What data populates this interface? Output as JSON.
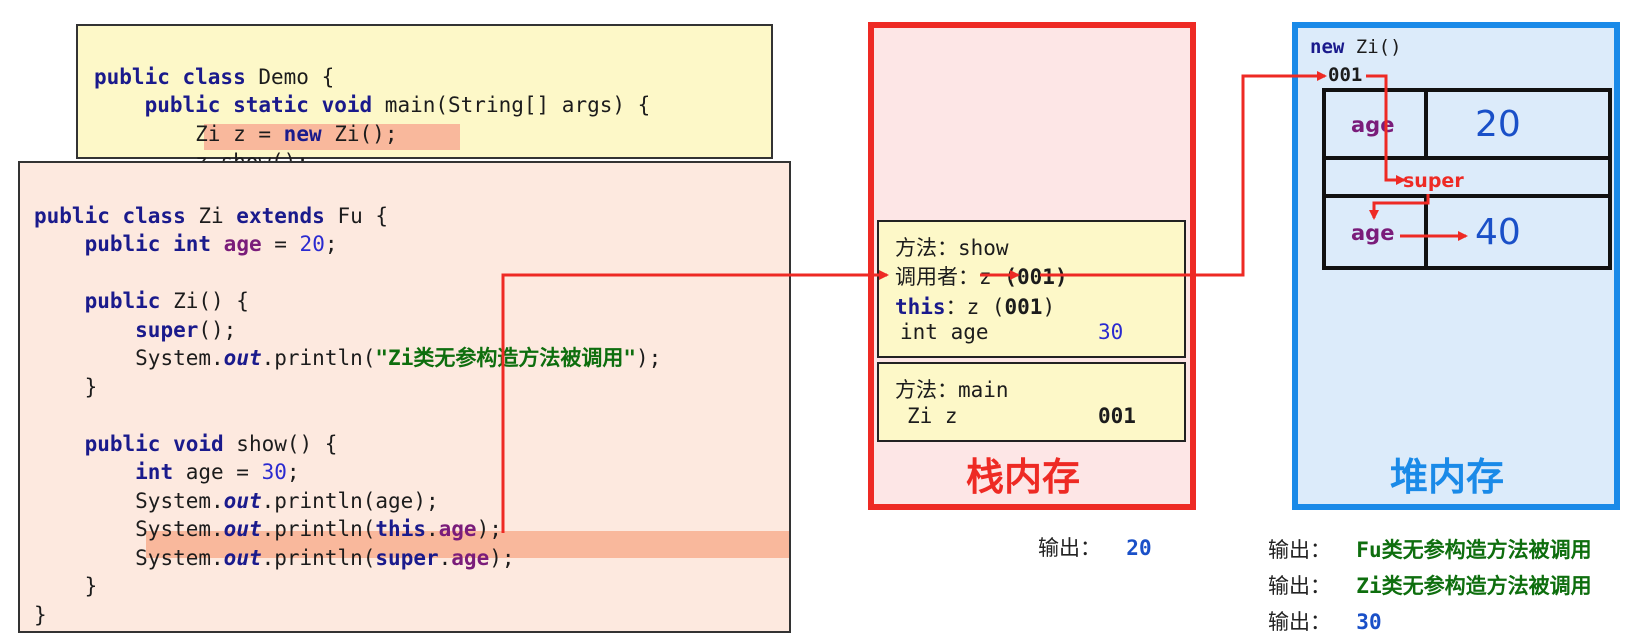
{
  "demo_code": {
    "line1_a": "public class",
    "line1_b": " Demo {",
    "line2_a": "public static void",
    "line2_b": " main(String[] args) {",
    "line3_a": "Zi z = ",
    "line3_kw": "new",
    "line3_b": " Zi();",
    "line4": "z.show();"
  },
  "zi_code": {
    "l1_kw1": "public class",
    "l1_a": " Zi ",
    "l1_kw2": "extends",
    "l1_b": " Fu {",
    "l2_kw": "public int",
    "l2_fld": "age",
    "l2_eq": " = ",
    "l2_num": "20",
    "l2_end": ";",
    "l3_kw": "public",
    "l3_a": " Zi() {",
    "l4_kw": "super",
    "l4_a": "();",
    "l5_a": "System.",
    "l5_st": "out",
    "l5_b": ".println(",
    "l5_str": "\"Zi类无参构造方法被调用\"",
    "l5_c": ");",
    "l6": "}",
    "l7_kw": "public void",
    "l7_a": " show() {",
    "l8_kw": "int",
    "l8_a": " age = ",
    "l8_num": "30",
    "l8_b": ";",
    "l9_a": "System.",
    "l9_st": "out",
    "l9_b": ".println(age);",
    "l10_a": "System.",
    "l10_st": "out",
    "l10_b": ".println(",
    "l10_kw": "this",
    "l10_c": ".",
    "l10_fld": "age",
    "l10_d": ");",
    "l11_a": "System.",
    "l11_st": "out",
    "l11_b": ".println(",
    "l11_kw": "super",
    "l11_c": ".",
    "l11_fld": "age",
    "l11_d": ");",
    "l12": "}",
    "l13": "}"
  },
  "stack": {
    "title": "栈内存",
    "show_frame": {
      "method": "方法：show",
      "caller_label": "调用者：z",
      "caller_value": "(001)",
      "this_kw": "this",
      "this_label": "：z (",
      "this_value": "001",
      "this_end": ")",
      "age_label": "int age",
      "age_value": "30"
    },
    "main_frame": {
      "method": "方法：main",
      "var_label": "Zi z",
      "var_value": "001"
    }
  },
  "heap": {
    "title": "堆内存",
    "new_kw": "new",
    "new_label": " Zi()",
    "address": "001",
    "age_label_top": "age",
    "age_value_top": "20",
    "super_label": "super",
    "age_label_bottom": "age",
    "age_value_bottom": "40"
  },
  "outputs": {
    "stack_output_label": "输出：",
    "stack_output_value": "20",
    "heap_outputs": [
      {
        "label": "输出：",
        "value": "Fu类无参构造方法被调用"
      },
      {
        "label": "输出：",
        "value": "Zi类无参构造方法被调用"
      },
      {
        "label": "输出：",
        "value": "30"
      }
    ]
  },
  "colors": {
    "stack_border": "#ee2a24",
    "heap_border": "#1a8ae8",
    "arrow": "#ee2a24"
  }
}
